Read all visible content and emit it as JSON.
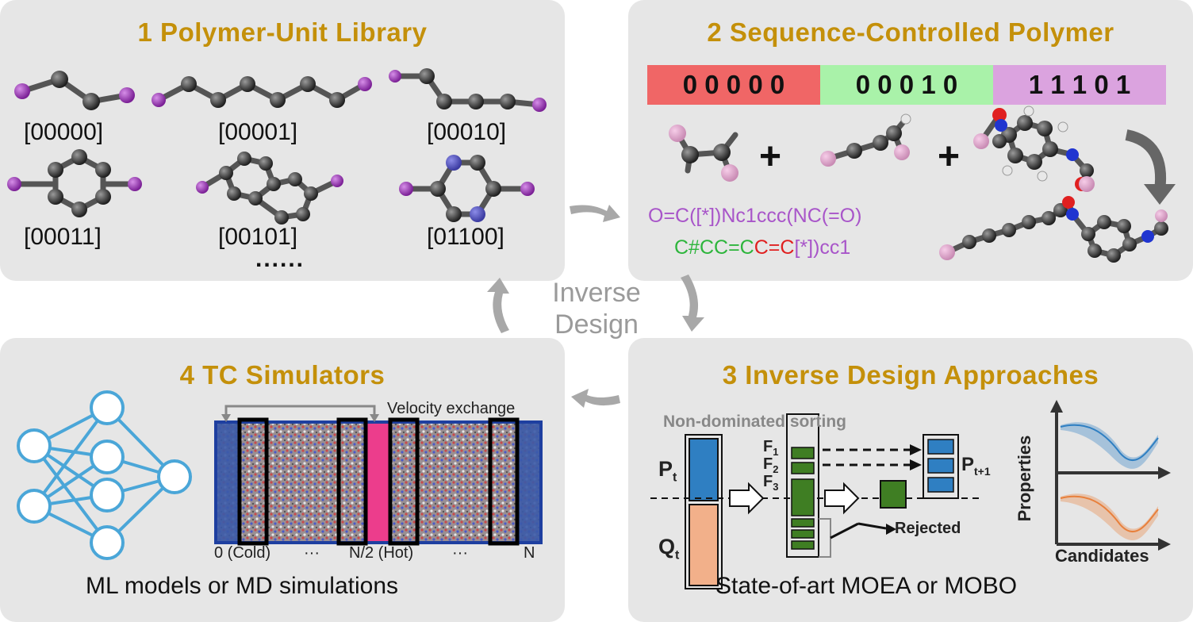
{
  "center": {
    "line1": "Inverse",
    "line2": "Design"
  },
  "panel1": {
    "title": "1 Polymer-Unit Library",
    "labels": [
      "[00000]",
      "[00001]",
      "[00010]",
      "[00011]",
      "[00101]",
      "[01100]"
    ],
    "ellipsis": "......"
  },
  "panel2": {
    "title": "2 Sequence-Controlled Polymer",
    "bits": [
      {
        "text": "0 0 0 0 0",
        "color": "#f06666"
      },
      {
        "text": "0 0 0 1 0",
        "color": "#a9f2a9"
      },
      {
        "text": "1 1 1 0 1",
        "color": "#dba3df"
      }
    ],
    "plus": "+",
    "smiles_line1": "O=C([*])Nc1ccc(NC(=O)",
    "smiles_line2a": "C#CC=C",
    "smiles_line2b": "C=C",
    "smiles_line2c": "[*])cc1"
  },
  "panel3": {
    "title": "3 Inverse Design Approaches",
    "nds": "Non-dominated sorting",
    "pt": "P",
    "pt_sub": "t",
    "qt": "Q",
    "qt_sub": "t",
    "f1": "F",
    "f1_sub": "1",
    "f2": "F",
    "f2_sub": "2",
    "f3": "F",
    "f3_sub": "3",
    "pt1": "P",
    "pt1_sub": "t+1",
    "rejected": "Rejected",
    "ylabel": "Properties",
    "xlabel": "Candidates",
    "caption": "State-of-art MOEA or MOBO"
  },
  "panel4": {
    "title": "4 TC Simulators",
    "velocity": "Velocity exchange",
    "cold": "0 (Cold)",
    "dots1": "···",
    "hot": "N/2 (Hot)",
    "dots2": "···",
    "n": "N",
    "caption": "ML models or MD simulations"
  },
  "colors": {
    "title": "#c4900a",
    "nn": "#4aa6d8",
    "hot": "#ec3d8c",
    "cold": "#3b5aa8",
    "green": "#3f7e23",
    "blue": "#2f7fc2",
    "orange": "#f2b08a"
  }
}
